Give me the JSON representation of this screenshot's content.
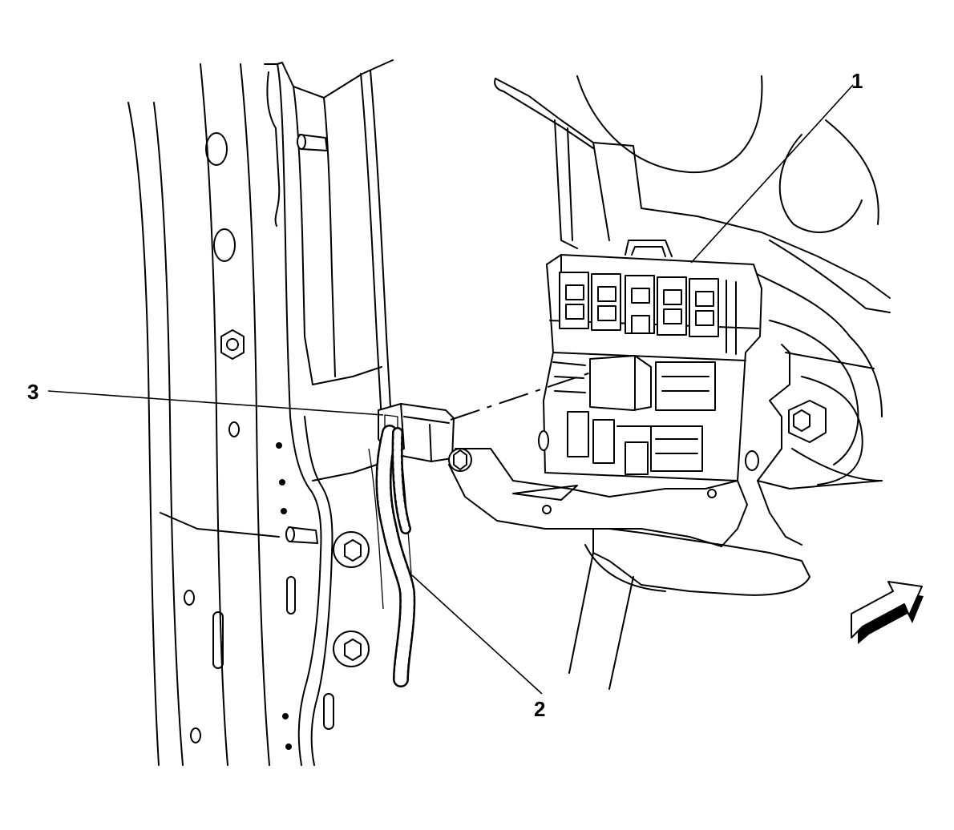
{
  "callouts": [
    {
      "id": "1",
      "label": "1"
    },
    {
      "id": "2",
      "label": "2"
    },
    {
      "id": "3",
      "label": "3"
    }
  ],
  "icons": {
    "direction_arrow": "forward-direction-arrow-icon"
  }
}
